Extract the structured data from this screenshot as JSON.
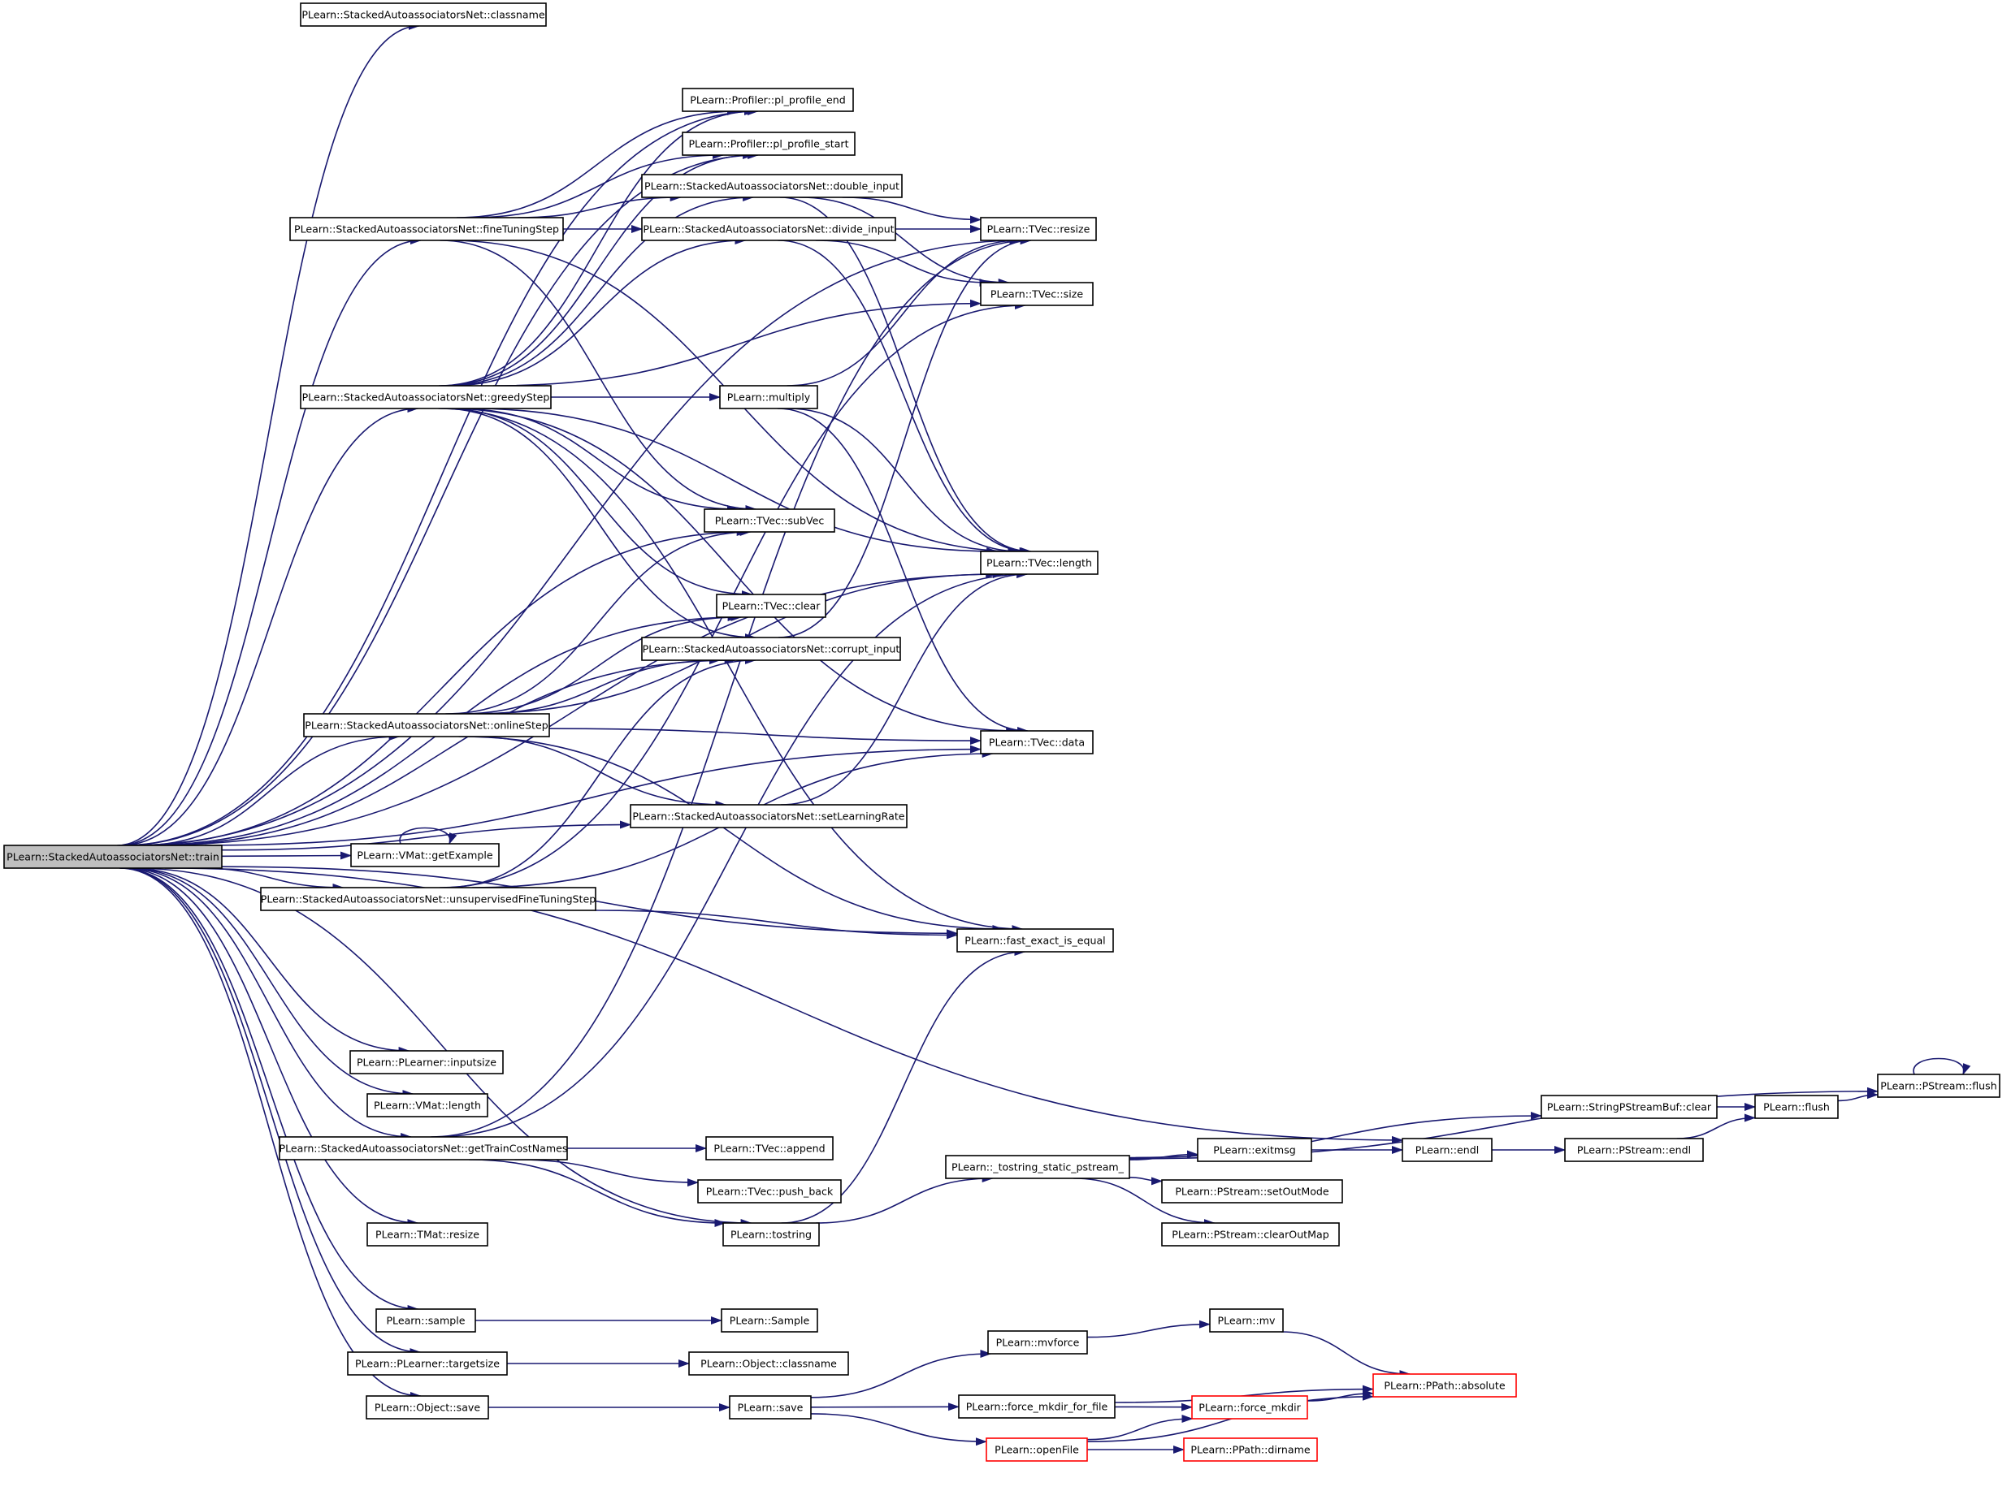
{
  "graph": {
    "nodes": [
      {
        "id": "train",
        "label": "PLearn::StackedAutoassociatorsNet::train",
        "root": true
      },
      {
        "id": "classname",
        "label": "PLearn::StackedAutoassociatorsNet::classname"
      },
      {
        "id": "pe_end",
        "label": "PLearn::Profiler::pl_profile_end"
      },
      {
        "id": "pe_start",
        "label": "PLearn::Profiler::pl_profile_start"
      },
      {
        "id": "double_input",
        "label": "PLearn::StackedAutoassociatorsNet::double_input"
      },
      {
        "id": "fineTuningStep",
        "label": "PLearn::StackedAutoassociatorsNet::fineTuningStep"
      },
      {
        "id": "divide_input",
        "label": "PLearn::StackedAutoassociatorsNet::divide_input"
      },
      {
        "id": "tvec_resize",
        "label": "PLearn::TVec::resize"
      },
      {
        "id": "tvec_size",
        "label": "PLearn::TVec::size"
      },
      {
        "id": "greedyStep",
        "label": "PLearn::StackedAutoassociatorsNet::greedyStep"
      },
      {
        "id": "multiply",
        "label": "PLearn::multiply"
      },
      {
        "id": "subVec",
        "label": "PLearn::TVec::subVec"
      },
      {
        "id": "tvec_length",
        "label": "PLearn::TVec::length"
      },
      {
        "id": "tvec_clear",
        "label": "PLearn::TVec::clear"
      },
      {
        "id": "corrupt_input",
        "label": "PLearn::StackedAutoassociatorsNet::corrupt_input"
      },
      {
        "id": "onlineStep",
        "label": "PLearn::StackedAutoassociatorsNet::onlineStep"
      },
      {
        "id": "tvec_data",
        "label": "PLearn::TVec::data"
      },
      {
        "id": "setLearningRate",
        "label": "PLearn::StackedAutoassociatorsNet::setLearningRate"
      },
      {
        "id": "getExample",
        "label": "PLearn::VMat::getExample"
      },
      {
        "id": "unsupFT",
        "label": "PLearn::StackedAutoassociatorsNet::unsupervisedFineTuningStep"
      },
      {
        "id": "fast_equal",
        "label": "PLearn::fast_exact_is_equal"
      },
      {
        "id": "inputsize",
        "label": "PLearn::PLearner::inputsize"
      },
      {
        "id": "vmat_length",
        "label": "PLearn::VMat::length"
      },
      {
        "id": "getTrainCostNames",
        "label": "PLearn::StackedAutoassociatorsNet::getTrainCostNames"
      },
      {
        "id": "tvec_append",
        "label": "PLearn::TVec::append"
      },
      {
        "id": "push_back",
        "label": "PLearn::TVec::push_back"
      },
      {
        "id": "tostring",
        "label": "PLearn::tostring"
      },
      {
        "id": "tmat_resize",
        "label": "PLearn::TMat::resize"
      },
      {
        "id": "tostring_static",
        "label": "PLearn::_tostring_static_pstream_"
      },
      {
        "id": "exitmsg",
        "label": "PLearn::exitmsg"
      },
      {
        "id": "setOutMode",
        "label": "PLearn::PStream::setOutMode"
      },
      {
        "id": "clearOutMap",
        "label": "PLearn::PStream::clearOutMap"
      },
      {
        "id": "spsb_clear",
        "label": "PLearn::StringPStreamBuf::clear"
      },
      {
        "id": "plearn_flush",
        "label": "PLearn::flush"
      },
      {
        "id": "pstream_flush",
        "label": "PLearn::PStream::flush"
      },
      {
        "id": "plearn_endl",
        "label": "PLearn::endl"
      },
      {
        "id": "pstream_endl",
        "label": "PLearn::PStream::endl"
      },
      {
        "id": "sample",
        "label": "PLearn::sample"
      },
      {
        "id": "Sample",
        "label": "PLearn::Sample"
      },
      {
        "id": "targetsize",
        "label": "PLearn::PLearner::targetsize"
      },
      {
        "id": "obj_classname",
        "label": "PLearn::Object::classname"
      },
      {
        "id": "obj_save",
        "label": "PLearn::Object::save"
      },
      {
        "id": "plearn_save",
        "label": "PLearn::save"
      },
      {
        "id": "mvforce",
        "label": "PLearn::mvforce"
      },
      {
        "id": "mv",
        "label": "PLearn::mv"
      },
      {
        "id": "absolute",
        "label": "PLearn::PPath::absolute",
        "truncated": true
      },
      {
        "id": "force_mkdir_for_file",
        "label": "PLearn::force_mkdir_for_file"
      },
      {
        "id": "force_mkdir",
        "label": "PLearn::force_mkdir",
        "truncated": true
      },
      {
        "id": "openFile",
        "label": "PLearn::openFile",
        "truncated": true
      },
      {
        "id": "dirname",
        "label": "PLearn::PPath::dirname",
        "truncated": true
      }
    ],
    "edges": [
      [
        "train",
        "classname"
      ],
      [
        "train",
        "tvec_resize"
      ],
      [
        "train",
        "pe_end"
      ],
      [
        "train",
        "pe_start"
      ],
      [
        "train",
        "fineTuningStep"
      ],
      [
        "train",
        "greedyStep"
      ],
      [
        "train",
        "subVec"
      ],
      [
        "train",
        "tvec_length"
      ],
      [
        "train",
        "tvec_clear"
      ],
      [
        "train",
        "corrupt_input"
      ],
      [
        "train",
        "onlineStep"
      ],
      [
        "train",
        "setLearningRate"
      ],
      [
        "train",
        "getExample"
      ],
      [
        "train",
        "unsupFT"
      ],
      [
        "train",
        "tvec_data"
      ],
      [
        "train",
        "fast_equal"
      ],
      [
        "train",
        "inputsize"
      ],
      [
        "train",
        "vmat_length"
      ],
      [
        "train",
        "getTrainCostNames"
      ],
      [
        "train",
        "tostring"
      ],
      [
        "train",
        "tmat_resize"
      ],
      [
        "train",
        "plearn_endl"
      ],
      [
        "train",
        "sample"
      ],
      [
        "train",
        "targetsize"
      ],
      [
        "train",
        "obj_save"
      ],
      [
        "fineTuningStep",
        "pe_end"
      ],
      [
        "fineTuningStep",
        "pe_start"
      ],
      [
        "fineTuningStep",
        "double_input"
      ],
      [
        "fineTuningStep",
        "divide_input"
      ],
      [
        "fineTuningStep",
        "subVec"
      ],
      [
        "fineTuningStep",
        "tvec_length"
      ],
      [
        "greedyStep",
        "pe_end"
      ],
      [
        "greedyStep",
        "pe_start"
      ],
      [
        "greedyStep",
        "double_input"
      ],
      [
        "greedyStep",
        "divide_input"
      ],
      [
        "greedyStep",
        "multiply"
      ],
      [
        "greedyStep",
        "tvec_size"
      ],
      [
        "greedyStep",
        "subVec"
      ],
      [
        "greedyStep",
        "tvec_clear"
      ],
      [
        "greedyStep",
        "corrupt_input"
      ],
      [
        "greedyStep",
        "tvec_length"
      ],
      [
        "greedyStep",
        "tvec_data"
      ],
      [
        "greedyStep",
        "fast_equal"
      ],
      [
        "double_input",
        "tvec_resize"
      ],
      [
        "double_input",
        "tvec_size"
      ],
      [
        "double_input",
        "tvec_length"
      ],
      [
        "divide_input",
        "tvec_resize"
      ],
      [
        "divide_input",
        "tvec_size"
      ],
      [
        "divide_input",
        "tvec_length"
      ],
      [
        "multiply",
        "tvec_resize"
      ],
      [
        "multiply",
        "tvec_length"
      ],
      [
        "multiply",
        "tvec_data"
      ],
      [
        "corrupt_input",
        "tvec_resize"
      ],
      [
        "onlineStep",
        "subVec"
      ],
      [
        "onlineStep",
        "tvec_clear"
      ],
      [
        "onlineStep",
        "corrupt_input"
      ],
      [
        "onlineStep",
        "tvec_length"
      ],
      [
        "onlineStep",
        "tvec_data"
      ],
      [
        "onlineStep",
        "setLearningRate"
      ],
      [
        "onlineStep",
        "fast_equal"
      ],
      [
        "setLearningRate",
        "tvec_length"
      ],
      [
        "getExample",
        "getExample"
      ],
      [
        "unsupFT",
        "corrupt_input"
      ],
      [
        "unsupFT",
        "tvec_size"
      ],
      [
        "unsupFT",
        "tvec_data"
      ],
      [
        "unsupFT",
        "fast_equal"
      ],
      [
        "getTrainCostNames",
        "tvec_resize"
      ],
      [
        "getTrainCostNames",
        "tvec_length"
      ],
      [
        "getTrainCostNames",
        "tvec_append"
      ],
      [
        "getTrainCostNames",
        "push_back"
      ],
      [
        "getTrainCostNames",
        "tostring"
      ],
      [
        "tostring",
        "tostring_static"
      ],
      [
        "tostring",
        "fast_equal"
      ],
      [
        "tostring_static",
        "pstream_flush"
      ],
      [
        "tostring_static",
        "spsb_clear"
      ],
      [
        "tostring_static",
        "exitmsg"
      ],
      [
        "tostring_static",
        "setOutMode"
      ],
      [
        "tostring_static",
        "clearOutMap"
      ],
      [
        "spsb_clear",
        "plearn_flush"
      ],
      [
        "plearn_flush",
        "pstream_flush"
      ],
      [
        "pstream_flush",
        "pstream_flush"
      ],
      [
        "exitmsg",
        "plearn_endl"
      ],
      [
        "plearn_endl",
        "pstream_endl"
      ],
      [
        "pstream_endl",
        "plearn_flush"
      ],
      [
        "sample",
        "Sample"
      ],
      [
        "targetsize",
        "obj_classname"
      ],
      [
        "obj_save",
        "plearn_save"
      ],
      [
        "plearn_save",
        "mvforce"
      ],
      [
        "plearn_save",
        "force_mkdir_for_file"
      ],
      [
        "plearn_save",
        "openFile"
      ],
      [
        "mvforce",
        "mv"
      ],
      [
        "mv",
        "absolute"
      ],
      [
        "force_mkdir_for_file",
        "absolute"
      ],
      [
        "force_mkdir_for_file",
        "force_mkdir"
      ],
      [
        "force_mkdir",
        "absolute"
      ],
      [
        "openFile",
        "force_mkdir"
      ],
      [
        "openFile",
        "dirname"
      ],
      [
        "openFile",
        "absolute"
      ]
    ]
  }
}
